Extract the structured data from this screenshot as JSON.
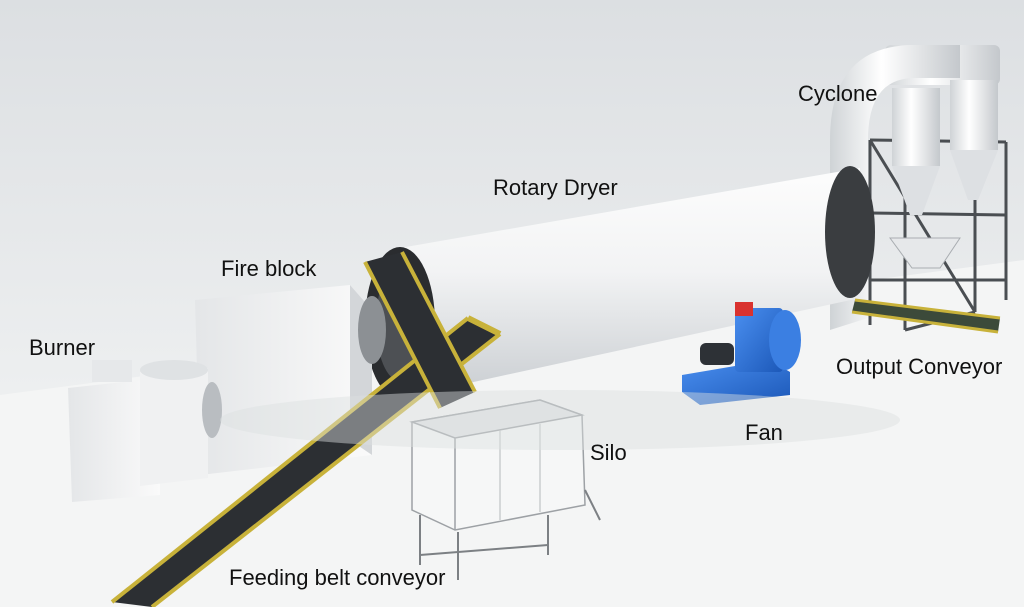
{
  "labels": {
    "cyclone": "Cyclone",
    "rotary_dryer": "Rotary Dryer",
    "fire_block": "Fire block",
    "burner": "Burner",
    "output_conveyor": "Output Conveyor",
    "fan": "Fan",
    "silo": "Silo",
    "feeding_belt_conveyor": "Feeding belt conveyor"
  },
  "colors": {
    "background": "#e9ebed",
    "floor": "#f5f6f6",
    "equipment_white": "#f1f2f3",
    "belt": "#2c2f33",
    "belt_frame": "#c8b23a",
    "fan": "#2a6fd6",
    "fan_outlet": "#d9322f",
    "frame": "#4a4e52",
    "label_text": "#111111"
  }
}
